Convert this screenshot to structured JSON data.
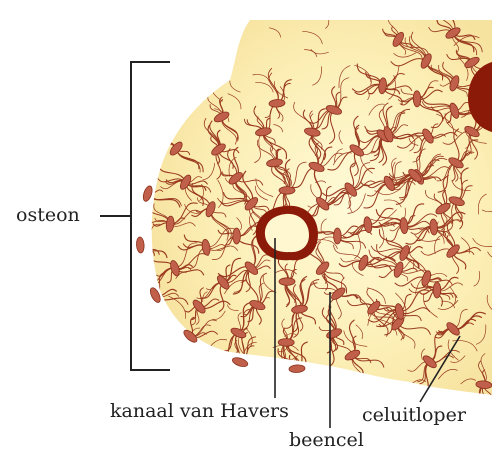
{
  "labels": {
    "osteon": "osteon",
    "haversian_canal": "kanaal van Havers",
    "bone_cell": "beencel",
    "cell_process": "celuitloper"
  },
  "colors": {
    "background": "#ffffff",
    "tissue_fill": "#fbeeb0",
    "tissue_center": "#fffad8",
    "canal_ring": "#8b1a08",
    "canal_inner": "#fff7cf",
    "cell_fill": "#c0604a",
    "cell_stroke": "#8a2e1c",
    "canaliculi": "#9a3a20",
    "leader_line": "#222222",
    "text": "#222222"
  }
}
